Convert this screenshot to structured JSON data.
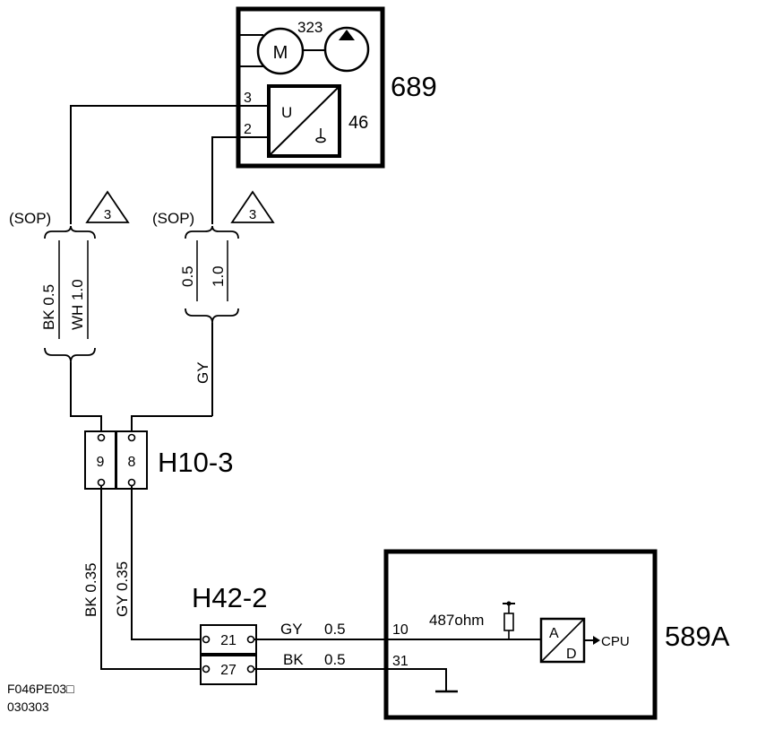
{
  "diagram": {
    "component_689": {
      "id": "689",
      "motor_symbol": "M",
      "pump_id": "323",
      "sensor_id": "46",
      "sensor_input_symbol": "U",
      "pin_3": "3",
      "pin_2": "2"
    },
    "branch_left": {
      "sop": "(SOP)",
      "note_number": "3",
      "wire_a": "BK  0.5",
      "wire_b": "WH  1.0"
    },
    "branch_right": {
      "sop": "(SOP)",
      "note_number": "3",
      "wire_a": "0.5",
      "wire_b": "1.0",
      "wire_color": "GY"
    },
    "connector_h10_3": {
      "id": "H10-3",
      "pin_left": "9",
      "pin_right": "8"
    },
    "mid_wires": {
      "left": "BK  0.35",
      "right": "GY  0.35"
    },
    "connector_h42_2": {
      "id": "H42-2",
      "pin_top": "21",
      "pin_bottom": "27"
    },
    "harness_wires": {
      "top_color": "GY",
      "top_size": "0.5",
      "bottom_color": "BK",
      "bottom_size": "0.5"
    },
    "component_589a": {
      "id": "589A",
      "pin_10": "10",
      "pin_31": "31",
      "resistor_label": "487ohm",
      "adc_a": "A",
      "adc_d": "D",
      "cpu_label": "CPU"
    },
    "footer": {
      "code": "F046PE03□",
      "date": "030303"
    }
  }
}
